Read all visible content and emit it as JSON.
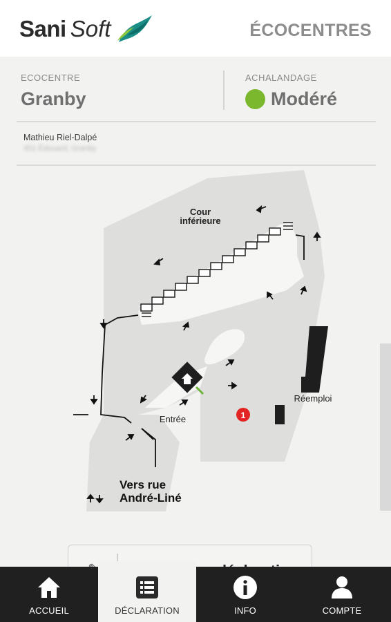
{
  "header": {
    "brand_part1": "Sani",
    "brand_part2": "Soft",
    "title": "ÉCOCENTRES"
  },
  "ecocentre": {
    "label": "ECOCENTRE",
    "name": "Granby"
  },
  "achalandage": {
    "label": "ACHALANDAGE",
    "value": "Modéré",
    "color": "#7bb82d"
  },
  "user": {
    "name": "Mathieu Riel-Dalpé",
    "address": "451 Édouard, Granby"
  },
  "map": {
    "label_cour": "Cour",
    "label_inferieure": "inférieure",
    "label_entree": "Entrée",
    "label_reemploi": "Réemploi",
    "label_vers_rue": "Vers rue",
    "label_andre_line": "André-Liné",
    "marker_number": "1",
    "marker_color": "#e32424",
    "accent_green": "#6fb43b"
  },
  "edit_button": {
    "label": "Modifier ma déclaration",
    "icon": "pencil-icon"
  },
  "nav": {
    "items": [
      {
        "label": "ACCUEIL",
        "icon": "home-icon"
      },
      {
        "label": "DÉCLARATION",
        "icon": "list-icon"
      },
      {
        "label": "INFO",
        "icon": "info-icon"
      },
      {
        "label": "COMPTE",
        "icon": "user-icon"
      }
    ],
    "active_index": 1
  }
}
